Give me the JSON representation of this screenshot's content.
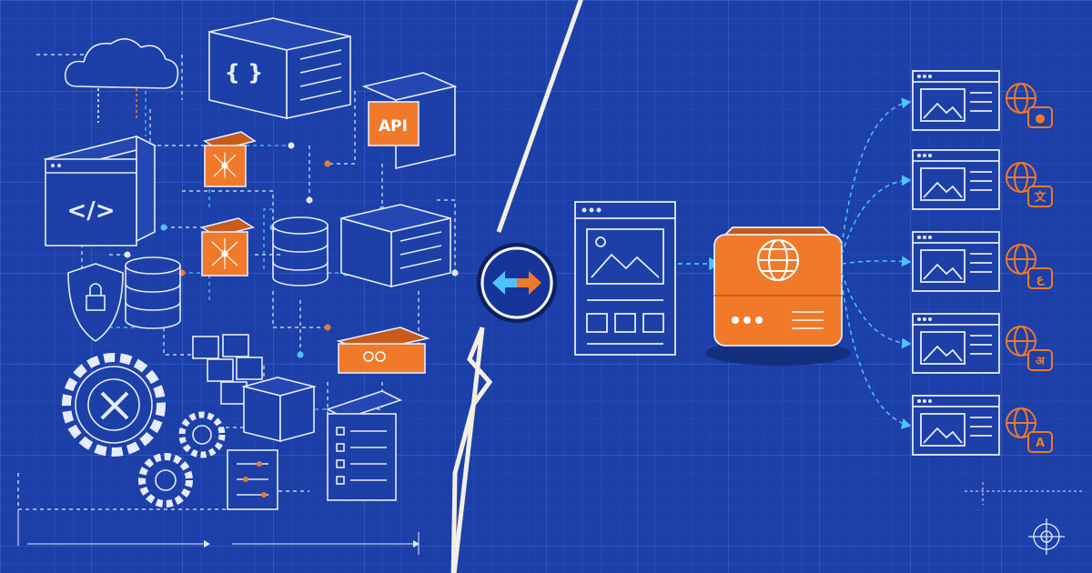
{
  "colors": {
    "background": "#1c3fa8",
    "grid_minor": "#2c54c4",
    "grid_major": "#3a63d2",
    "line": "#e6ecff",
    "accent_orange": "#f07a2a",
    "accent_cyan": "#4fc3ff",
    "divider": "#f4efe4"
  },
  "labels": {
    "api": "API",
    "code_glyph": "</>",
    "braces_glyph": "{ }"
  },
  "language_badges": [
    "●",
    "文",
    "ع",
    "अ",
    "A"
  ]
}
